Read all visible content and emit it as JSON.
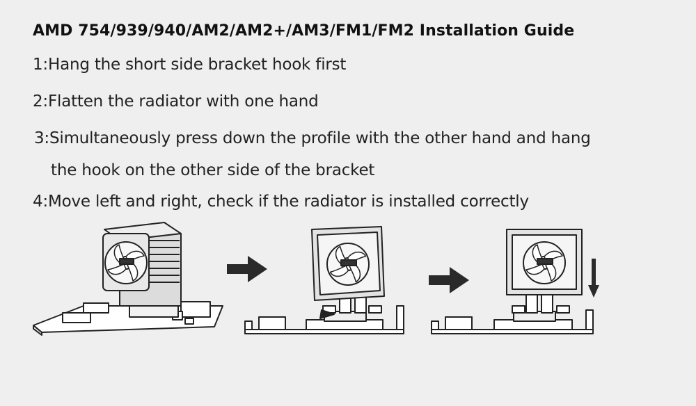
{
  "guide": {
    "title": "AMD 754/939/940/AM2/AM2+/AM3/FM1/FM2 Installation Guide",
    "steps": [
      "1:Hang the short side bracket hook first",
      "2:Flatten the radiator with one hand",
      "3:Simultaneously press down the profile with the other hand and hang",
      "the hook on the other side of the bracket",
      "4:Move left and right, check if the radiator is installed correctly"
    ]
  },
  "colors": {
    "background": "#efefef",
    "ink": "#1a1a1a",
    "arrow": "#2a2a2a"
  },
  "illustrations": {
    "panels": [
      "cooler-on-motherboard",
      "cooler-tilted-on-bracket",
      "cooler-pressed-down"
    ],
    "icons": [
      "right-arrow-icon",
      "right-arrow-icon",
      "down-arrow-icon"
    ]
  }
}
